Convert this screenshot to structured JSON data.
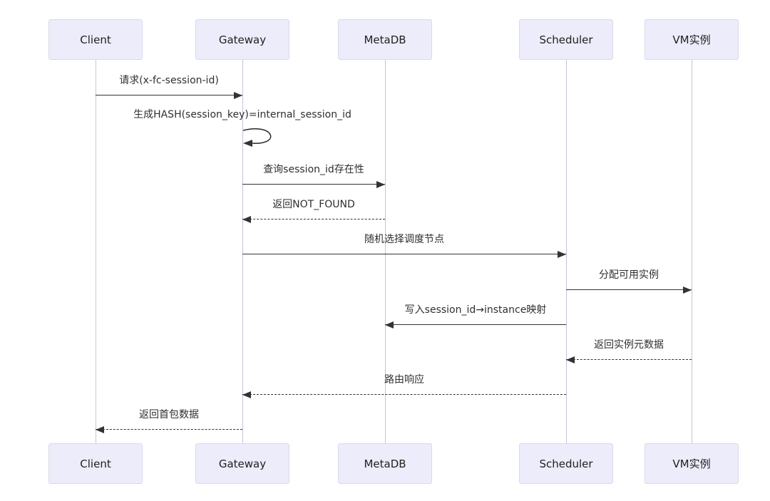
{
  "diagram": {
    "type": "sequence",
    "actors": [
      {
        "id": "client",
        "label": "Client"
      },
      {
        "id": "gateway",
        "label": "Gateway"
      },
      {
        "id": "metadb",
        "label": "MetaDB"
      },
      {
        "id": "scheduler",
        "label": "Scheduler"
      },
      {
        "id": "vm",
        "label": "VM实例"
      }
    ],
    "messages": [
      {
        "from": "client",
        "to": "gateway",
        "label": "请求(x-fc-session-id)",
        "line": "solid"
      },
      {
        "from": "gateway",
        "to": "gateway",
        "label": "生成HASH(session_key)=internal_session_id",
        "line": "self"
      },
      {
        "from": "gateway",
        "to": "metadb",
        "label": "查询session_id存在性",
        "line": "solid"
      },
      {
        "from": "metadb",
        "to": "gateway",
        "label": "返回NOT_FOUND",
        "line": "dashed"
      },
      {
        "from": "gateway",
        "to": "scheduler",
        "label": "随机选择调度节点",
        "line": "solid"
      },
      {
        "from": "scheduler",
        "to": "vm",
        "label": "分配可用实例",
        "line": "solid"
      },
      {
        "from": "scheduler",
        "to": "metadb",
        "label": "写入session_id→instance映射",
        "line": "solid"
      },
      {
        "from": "vm",
        "to": "scheduler",
        "label": "返回实例元数据",
        "line": "dashed"
      },
      {
        "from": "scheduler",
        "to": "gateway",
        "label": "路由响应",
        "line": "dashed"
      },
      {
        "from": "gateway",
        "to": "client",
        "label": "返回首包数据",
        "line": "dashed"
      }
    ],
    "colors": {
      "actor_fill": "#ECECFA",
      "actor_border": "#D9D9E8",
      "message_line": "#333333",
      "lifeline": "#C5C5D8",
      "text": "#2F2F2F",
      "background": "#FFFFFF"
    }
  }
}
